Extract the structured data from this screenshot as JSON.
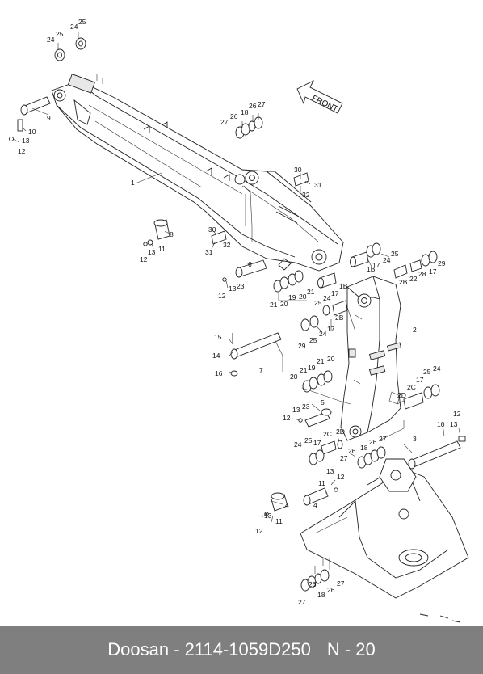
{
  "footer": {
    "brand_part": "Doosan - 2114-1059D250",
    "page_ref": "N - 20"
  },
  "front_label": "FRONT",
  "callouts": [
    {
      "id": "c01",
      "t": "24"
    },
    {
      "id": "c02",
      "t": "25"
    },
    {
      "id": "c03",
      "t": "24"
    },
    {
      "id": "c04",
      "t": "25"
    },
    {
      "id": "c05",
      "t": "9"
    },
    {
      "id": "c06",
      "t": "10"
    },
    {
      "id": "c07",
      "t": "13"
    },
    {
      "id": "c08",
      "t": "12"
    },
    {
      "id": "c09",
      "t": "1"
    },
    {
      "id": "c10",
      "t": "27"
    },
    {
      "id": "c11",
      "t": "26"
    },
    {
      "id": "c12",
      "t": "18"
    },
    {
      "id": "c13",
      "t": "26"
    },
    {
      "id": "c14",
      "t": "27"
    },
    {
      "id": "c15",
      "t": "30"
    },
    {
      "id": "c16",
      "t": "31"
    },
    {
      "id": "c17",
      "t": "32"
    },
    {
      "id": "c18",
      "t": "8"
    },
    {
      "id": "c19",
      "t": "13"
    },
    {
      "id": "c20",
      "t": "11"
    },
    {
      "id": "c21",
      "t": "12"
    },
    {
      "id": "c22",
      "t": "30"
    },
    {
      "id": "c23",
      "t": "32"
    },
    {
      "id": "c24",
      "t": "31"
    },
    {
      "id": "c25",
      "t": "6"
    },
    {
      "id": "c26",
      "t": "13"
    },
    {
      "id": "c27",
      "t": "23"
    },
    {
      "id": "c28",
      "t": "12"
    },
    {
      "id": "c29",
      "t": "1B"
    },
    {
      "id": "c30",
      "t": "17"
    },
    {
      "id": "c31",
      "t": "24"
    },
    {
      "id": "c32",
      "t": "25"
    },
    {
      "id": "c33",
      "t": "2B"
    },
    {
      "id": "c34",
      "t": "22"
    },
    {
      "id": "c35",
      "t": "28"
    },
    {
      "id": "c36",
      "t": "17"
    },
    {
      "id": "c37",
      "t": "29"
    },
    {
      "id": "c38",
      "t": "1B"
    },
    {
      "id": "c39",
      "t": "17"
    },
    {
      "id": "c40",
      "t": "24"
    },
    {
      "id": "c41",
      "t": "21"
    },
    {
      "id": "c42",
      "t": "20"
    },
    {
      "id": "c43",
      "t": "19"
    },
    {
      "id": "c44",
      "t": "20"
    },
    {
      "id": "c45",
      "t": "21"
    },
    {
      "id": "c46",
      "t": "25"
    },
    {
      "id": "c47",
      "t": "2B"
    },
    {
      "id": "c48",
      "t": "17"
    },
    {
      "id": "c49",
      "t": "24"
    },
    {
      "id": "c50",
      "t": "25"
    },
    {
      "id": "c51",
      "t": "29"
    },
    {
      "id": "c52",
      "t": "2"
    },
    {
      "id": "c53",
      "t": "15"
    },
    {
      "id": "c54",
      "t": "14"
    },
    {
      "id": "c55",
      "t": "7"
    },
    {
      "id": "c56",
      "t": "16"
    },
    {
      "id": "c57",
      "t": "20"
    },
    {
      "id": "c58",
      "t": "21"
    },
    {
      "id": "c59",
      "t": "19"
    },
    {
      "id": "c60",
      "t": "21"
    },
    {
      "id": "c61",
      "t": "20"
    },
    {
      "id": "c62",
      "t": "25"
    },
    {
      "id": "c63",
      "t": "24"
    },
    {
      "id": "c64",
      "t": "17"
    },
    {
      "id": "c65",
      "t": "2C"
    },
    {
      "id": "c66",
      "t": "2D"
    },
    {
      "id": "c67",
      "t": "5"
    },
    {
      "id": "c68",
      "t": "13"
    },
    {
      "id": "c69",
      "t": "23"
    },
    {
      "id": "c70",
      "t": "12"
    },
    {
      "id": "c71",
      "t": "2D"
    },
    {
      "id": "c72",
      "t": "2C"
    },
    {
      "id": "c73",
      "t": "24"
    },
    {
      "id": "c74",
      "t": "25"
    },
    {
      "id": "c75",
      "t": "17"
    },
    {
      "id": "c76",
      "t": "26"
    },
    {
      "id": "c77",
      "t": "18"
    },
    {
      "id": "c78",
      "t": "26"
    },
    {
      "id": "c79",
      "t": "27"
    },
    {
      "id": "c80",
      "t": "27"
    },
    {
      "id": "c81",
      "t": "3"
    },
    {
      "id": "c82",
      "t": "12"
    },
    {
      "id": "c83",
      "t": "10"
    },
    {
      "id": "c84",
      "t": "13"
    },
    {
      "id": "c85",
      "t": "13"
    },
    {
      "id": "c86",
      "t": "12"
    },
    {
      "id": "c87",
      "t": "11"
    },
    {
      "id": "c88",
      "t": "4"
    },
    {
      "id": "c89",
      "t": "4"
    },
    {
      "id": "c90",
      "t": "13"
    },
    {
      "id": "c91",
      "t": "11"
    },
    {
      "id": "c92",
      "t": "12"
    },
    {
      "id": "c93",
      "t": "27"
    },
    {
      "id": "c94",
      "t": "26"
    },
    {
      "id": "c95",
      "t": "18"
    },
    {
      "id": "c96",
      "t": "26"
    },
    {
      "id": "c97",
      "t": "27"
    }
  ]
}
